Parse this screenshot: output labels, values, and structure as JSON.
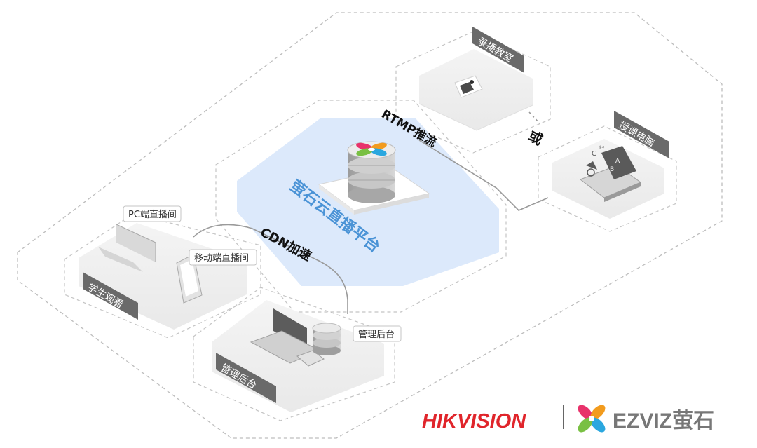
{
  "platform": {
    "label": "萤石云直播平台"
  },
  "links": {
    "rtmp": "RTMP推流",
    "or": "或",
    "cdn": "CDN加速"
  },
  "zones": {
    "recording_room": "录播教室",
    "teacher_pc": "授课电脑",
    "student_view": "学生观看",
    "admin_zone": "管理后台"
  },
  "callouts": {
    "pc_live": "PC端直播间",
    "mobile_live": "移动端直播间",
    "admin_backend": "管理后台"
  },
  "brand": {
    "hikvision": "HIKVISION",
    "ezviz": "EZVIZ萤石"
  },
  "colors": {
    "platform_fill": "#dce9fb",
    "platform_text": "#4a93d6",
    "tag_fill": "#6a6a6a",
    "hikvision_red": "#e0252b",
    "ezviz_gray": "#777777",
    "link_gray": "#9a9a9a"
  },
  "icons": [
    "camera-icon",
    "laptop-icon",
    "server-icon",
    "monitor-icon",
    "phone-icon",
    "ezviz-logo-icon"
  ]
}
